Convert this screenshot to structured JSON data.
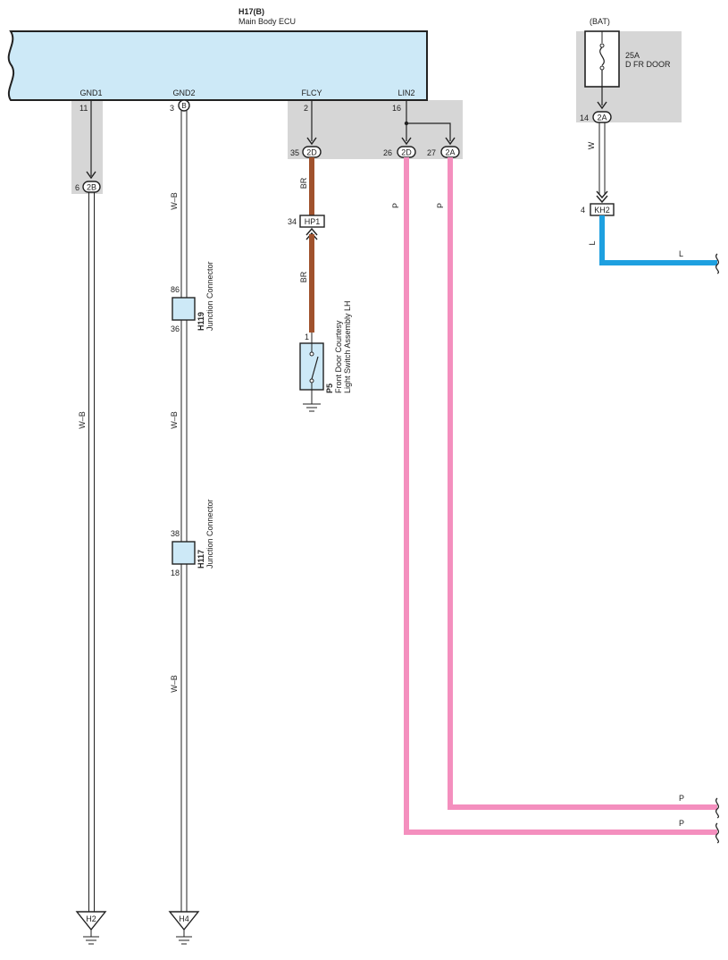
{
  "colors": {
    "ecu_fill": "#cde9f7",
    "shade": "#d6d6d6",
    "wire_pink": "#f48fbe",
    "wire_brown": "#a0522d",
    "wire_blue": "#1ea0e0",
    "connector_fill": "#cde9f7"
  },
  "ecu": {
    "code": "H17(B)",
    "name": "Main Body ECU",
    "pins": {
      "gnd1": {
        "label": "GND1",
        "num": "11"
      },
      "gnd2": {
        "label": "GND2",
        "num": "3",
        "conn": "B"
      },
      "flcy": {
        "label": "FLCY",
        "num": "2"
      },
      "lin2": {
        "label": "LIN2",
        "num": "16"
      }
    }
  },
  "connectors": {
    "c_2b": {
      "num": "6",
      "id": "2B"
    },
    "c_2d_35": {
      "num": "35",
      "id": "2D"
    },
    "c_2d_26": {
      "num": "26",
      "id": "2D"
    },
    "c_2a_27": {
      "num": "27",
      "id": "2A"
    },
    "c_hp1": {
      "num": "34",
      "id": "HP1"
    },
    "c_2a_14": {
      "num": "14",
      "id": "2A"
    },
    "c_kh2": {
      "num": "4",
      "id": "KH2"
    }
  },
  "fuse": {
    "source": "(BAT)",
    "rating": "25A",
    "name": "D FR DOOR"
  },
  "wires": {
    "wb": "W–B",
    "br": "BR",
    "p": "P",
    "w": "W",
    "l": "L"
  },
  "junctions": {
    "h119": {
      "code": "H119",
      "name": "Junction Connector",
      "pin_top": "86",
      "pin_bottom": "36"
    },
    "h117": {
      "code": "H117",
      "name": "Junction Connector",
      "pin_top": "38",
      "pin_bottom": "18"
    }
  },
  "switch": {
    "code": "P5",
    "name_line1": "Front Door Courtesy",
    "name_line2": "Light Switch Assembly LH",
    "pin": "1"
  },
  "grounds": {
    "h2": "H2",
    "h4": "H4"
  }
}
